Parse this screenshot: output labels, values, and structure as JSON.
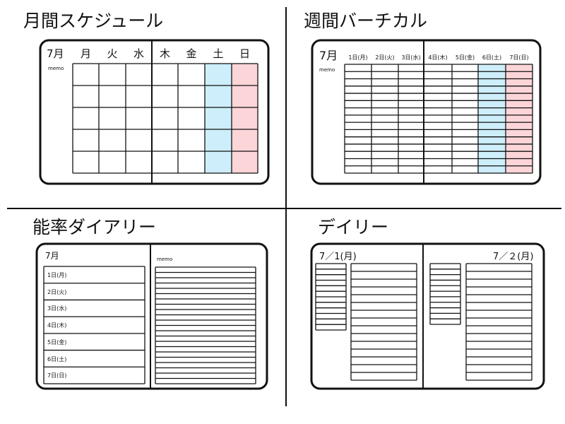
{
  "colors": {
    "saturday": "#cdeefa",
    "sunday": "#fcd5d8",
    "line": "#111111"
  },
  "monthly": {
    "title": "月間スケジュール",
    "month": "7月",
    "memo": "memo",
    "weekdays": [
      "月",
      "火",
      "水",
      "木",
      "金",
      "土",
      "日"
    ],
    "rows": 5
  },
  "weekly": {
    "title": "週間バーチカル",
    "month": "7月",
    "memo": "memo",
    "days": [
      "1日(月)",
      "2日(火)",
      "3日(水)",
      "4日(木)",
      "5日(金)",
      "6日(土)",
      "7日(日)"
    ],
    "rows": 15
  },
  "efficiency": {
    "title": "能率ダイアリー",
    "month": "7月",
    "memo": "memo",
    "days": [
      "1日(月)",
      "2日(火)",
      "3日(水)",
      "4日(木)",
      "5日(金)",
      "6日(土)",
      "7日(日)"
    ],
    "memo_rows": 22
  },
  "daily": {
    "title": "デイリー",
    "left_date": "7／1(月)",
    "right_date": "7／２(月)",
    "left_small_rows": 12,
    "right_small_rows": 11,
    "large_rows": 15
  }
}
